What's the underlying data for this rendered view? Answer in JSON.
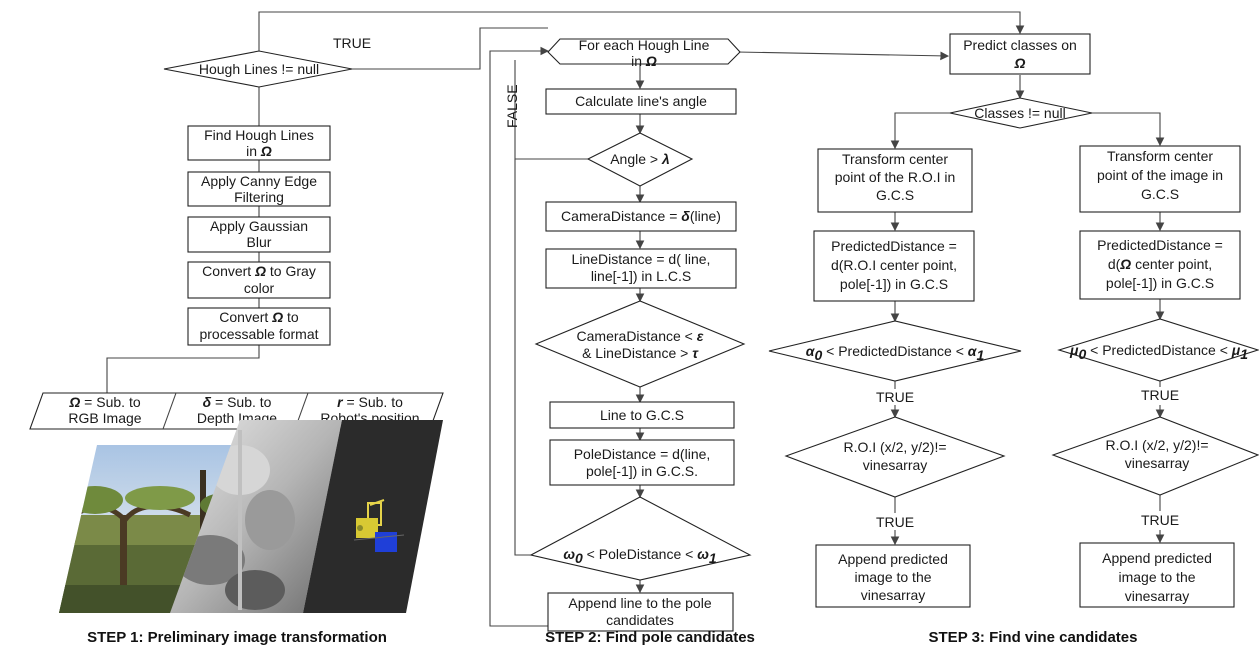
{
  "step1": {
    "caption": "STEP 1: Preliminary image transformation",
    "decision": "Hough Lines != null",
    "true_label": "TRUE",
    "boxes": [
      [
        "Find Hough Lines",
        "in ",
        "Ω"
      ],
      [
        "Apply Canny Edge",
        "Filtering"
      ],
      [
        "Apply Gaussian",
        "Blur"
      ],
      [
        "Convert ",
        "Ω",
        " to Gray",
        "color"
      ],
      [
        "Convert  ",
        "Ω",
        "  to",
        "processable format"
      ]
    ],
    "inputs": [
      {
        "sym": "Ω",
        "line1": "  = Sub. to",
        "line2": "RGB Image"
      },
      {
        "sym": "δ",
        "line1": " = Sub. to",
        "line2": "Depth Image"
      },
      {
        "sym": "r",
        "line1": " = Sub. to",
        "line2": "Robot's position"
      }
    ]
  },
  "step2": {
    "caption": "STEP 2: Find pole candidates",
    "loop_line1": "For each Hough Line",
    "loop_line2_pre": "in ",
    "loop_sym": "Ω",
    "false_label": "FALSE",
    "calc_angle": "Calculate line's angle",
    "angle_pre": "Angle > ",
    "angle_sym": "λ",
    "camera_distance_pre": "CameraDistance =  ",
    "camera_distance_sym": "δ",
    "camera_distance_post": "(line)",
    "line_distance_l1": "LineDistance = d( line,",
    "line_distance_l2": "line[-1])  in L.C.S",
    "cond_l1_pre": "CameraDistance < ",
    "cond_l1_sym": "ε",
    "cond_l2_pre": "& LineDistance > ",
    "cond_l2_sym": "τ",
    "line_to_gcs": "Line to G.C.S",
    "pole_distance_l1": "PoleDistance = d(line,",
    "pole_distance_l2": "pole[-1]) in G.C.S.",
    "omega_cond_sym0": "ω",
    "omega_cond_sub0": "0",
    "omega_cond_mid": "  < PoleDistance < ",
    "omega_cond_sym1": "ω",
    "omega_cond_sub1": "1",
    "append_l1": "Append line to the pole",
    "append_l2": "candidates"
  },
  "step3": {
    "caption": "STEP 3: Find vine candidates",
    "predict_l1": "Predict classes on",
    "predict_sym": "Ω",
    "classes_decision": "Classes != null",
    "left": {
      "transform": [
        "Transform center",
        "point of the R.O.I in",
        "G.C.S"
      ],
      "predicted": [
        "PredictedDistance =",
        "d(R.O.I center point,",
        "pole[-1]) in G.C.S"
      ],
      "cond_sym0": "α",
      "cond_sub0": "0",
      "cond_mid": " < PredictedDistance < ",
      "cond_sym1": "α",
      "cond_sub1": "1",
      "true1": "TRUE",
      "roi": [
        "R.O.I (x/2, y/2)!=",
        "vinesarray"
      ],
      "true2": "TRUE",
      "append": [
        "Append predicted",
        "image to the",
        "vinesarray"
      ]
    },
    "right": {
      "transform": [
        "Transform center",
        "point of the image in",
        "G.C.S"
      ],
      "predicted_l1": "PredictedDistance =",
      "predicted_l2_pre": "d(",
      "predicted_l2_sym": "Ω",
      "predicted_l2_post": " center point,",
      "predicted_l3": "pole[-1]) in G.C.S",
      "cond_sym0": "μ",
      "cond_sub0": "0",
      "cond_mid": "  < PredictedDistance < ",
      "cond_sym1": "μ",
      "cond_sub1": "1",
      "true1": "TRUE",
      "roi": [
        "R.O.I (x/2, y/2)!=",
        "vinesarray"
      ],
      "true2": "TRUE",
      "append": [
        "Append predicted",
        "image to the",
        "vinesarray"
      ]
    }
  }
}
